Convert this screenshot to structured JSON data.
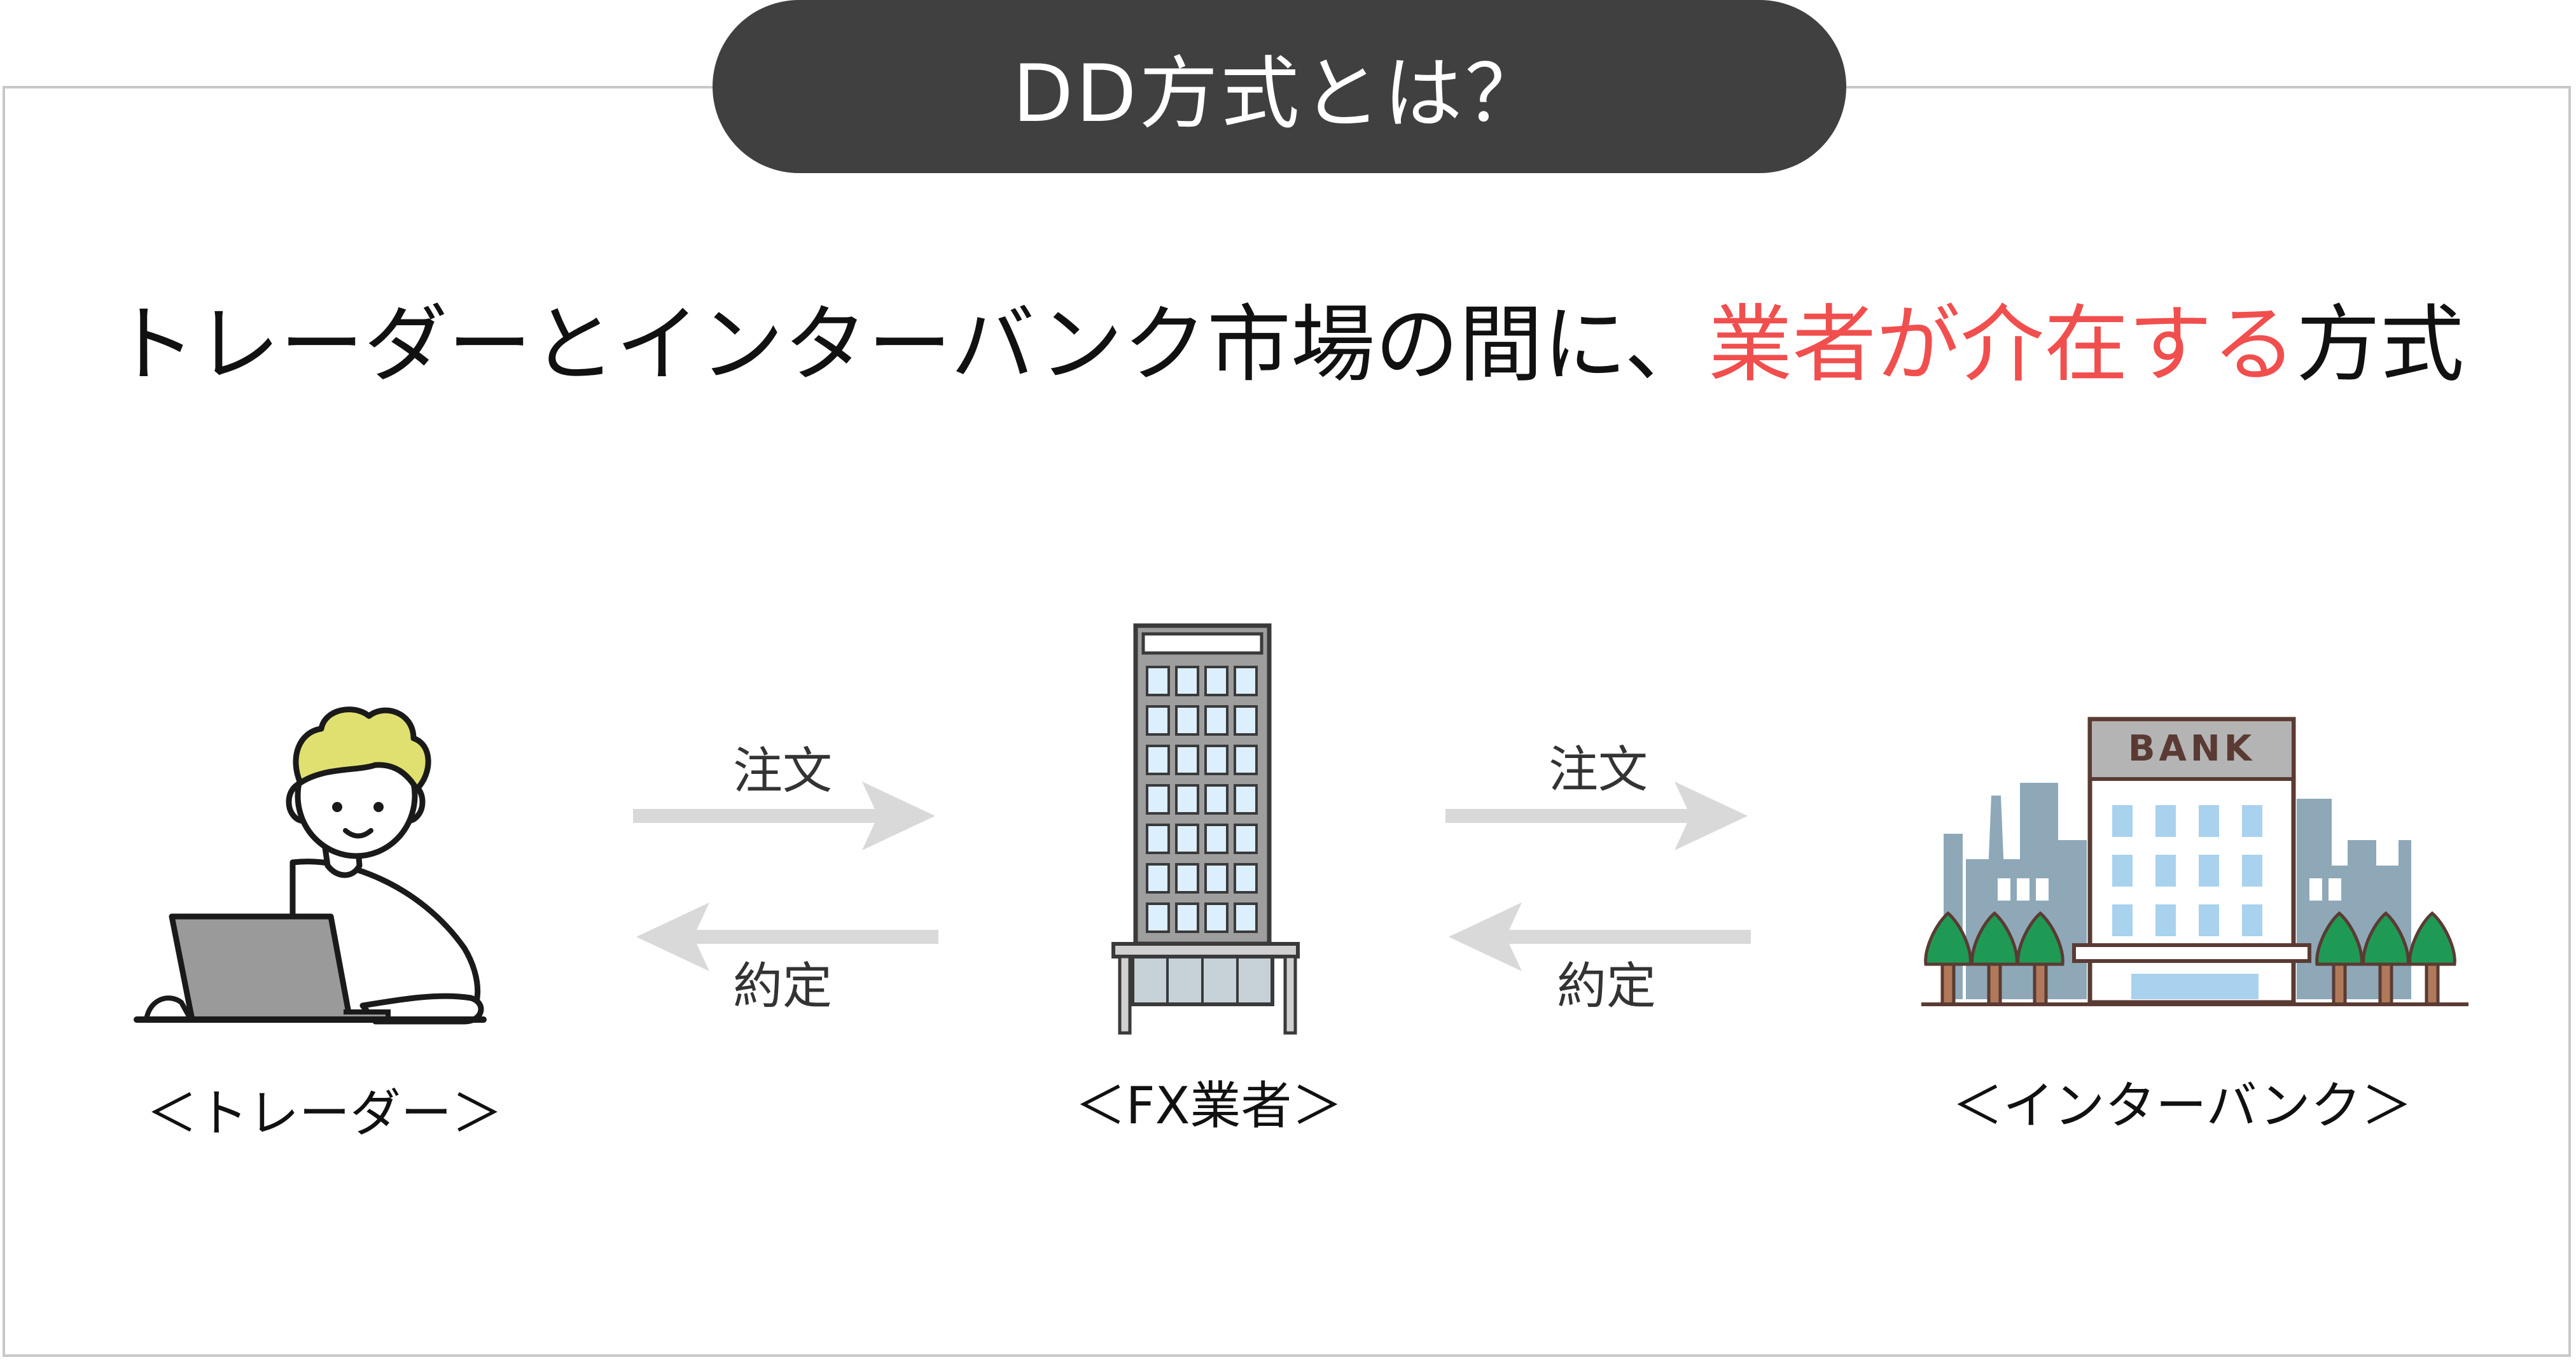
{
  "title": "DD方式とは？",
  "subtitle": {
    "before": "トレーダーとインターバンク市場の間に、",
    "highlight": "業者が介在する",
    "after": "方式"
  },
  "actors": {
    "trader": {
      "label": "＜トレーダー＞",
      "icon": "trader-with-laptop-icon"
    },
    "broker": {
      "label": "＜FX業者＞",
      "icon": "office-tower-icon"
    },
    "interbank": {
      "label": "＜インターバンク＞",
      "icon": "bank-building-icon",
      "sign": "BANK"
    }
  },
  "flows": {
    "left": {
      "order": "注文",
      "execution": "約定"
    },
    "right": {
      "order": "注文",
      "execution": "約定"
    }
  },
  "colors": {
    "title_bg": "#404040",
    "highlight": "#f14e4e",
    "arrow": "#d9d9d9",
    "hair": "#e0e070",
    "laptop": "#9a9a9a",
    "window": "#dcefff",
    "city": "#8ea8b8",
    "tree": "#1f9a55",
    "bank_sign_bg": "#b4b4b4",
    "bank_window": "#a8d2ee"
  }
}
